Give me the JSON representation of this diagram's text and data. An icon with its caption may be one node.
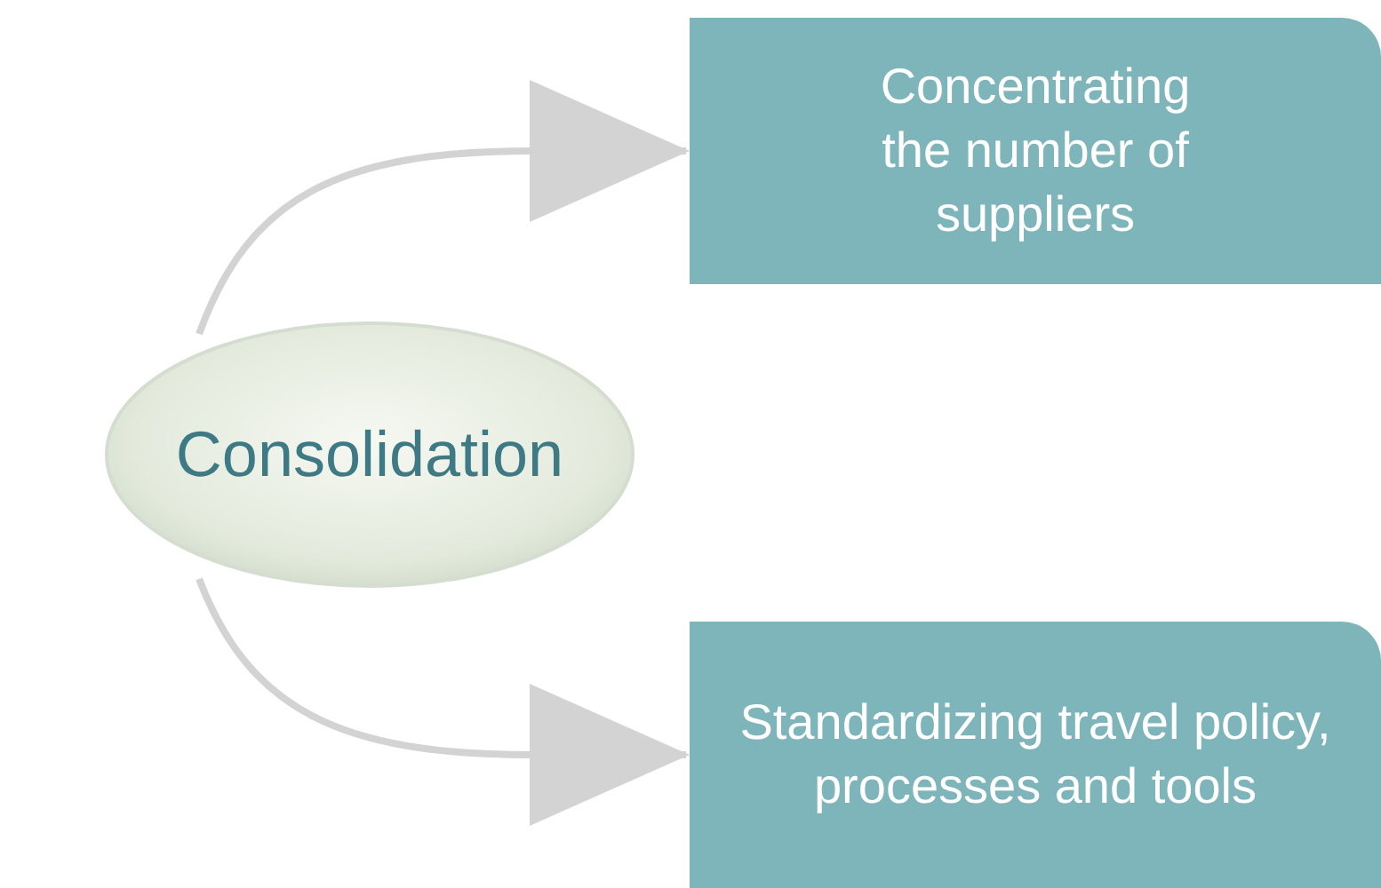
{
  "diagram": {
    "nodes": [
      {
        "text": [
          "Consolidation"
        ]
      },
      {
        "text": [
          "Concentrating the number of suppliers"
        ]
      },
      {
        "text": [
          "Standardizing travel policy, processes and tools"
        ]
      }
    ],
    "edges": [
      {
        "from": 0,
        "to": 1,
        "arrow": "to"
      },
      {
        "from": 0,
        "to": 2,
        "arrow": "to"
      }
    ]
  }
}
